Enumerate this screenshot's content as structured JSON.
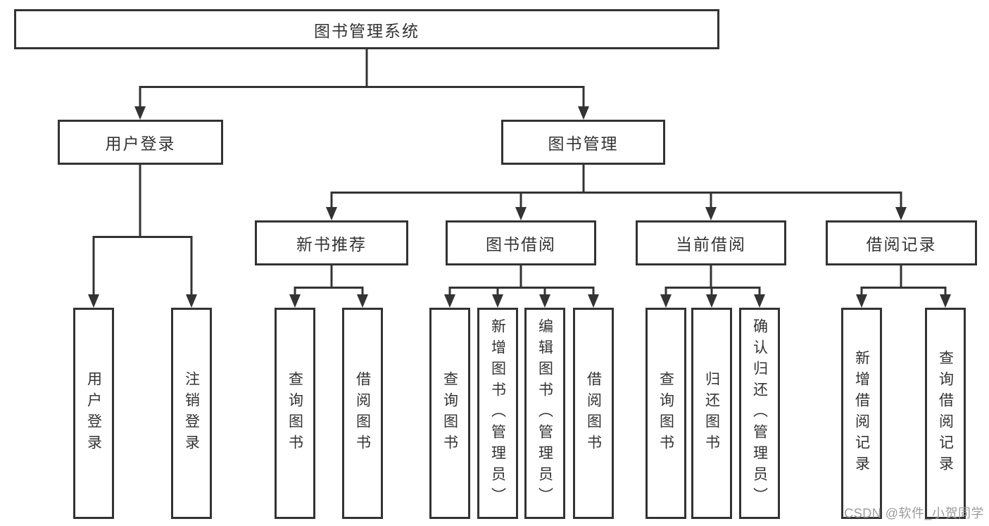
{
  "page": {
    "background_color": "#ffffff",
    "line_color": "#333333",
    "text_color": "#333333",
    "watermark_color": "#9c9c9c",
    "watermark": "CSDN @软件_小贺同学"
  },
  "nodes": {
    "root": "图书管理系统",
    "user_login": "用户登录",
    "book_mgmt": "图书管理",
    "new_book_rec": "新书推荐",
    "book_borrow": "图书借阅",
    "current_borrow": "当前借阅",
    "borrow_records": "借阅记录",
    "leaf_user_login": "用户登录",
    "leaf_logout": "注销登录",
    "leaf_query_book_rec": "查询图书",
    "leaf_borrow_book_rec": "借阅图书",
    "leaf_query_book_borrow": "查询图书",
    "leaf_add_book": "新增图书（管理员）",
    "leaf_edit_book": "编辑图书（管理员）",
    "leaf_borrow_book_borrow": "借阅图书",
    "leaf_query_book_current": "查询图书",
    "leaf_return_book": "归还图书",
    "leaf_confirm_return": "确认归还（管理员）",
    "leaf_add_borrow_record": "新增借阅记录",
    "leaf_query_borrow_record": "查询借阅记录"
  }
}
